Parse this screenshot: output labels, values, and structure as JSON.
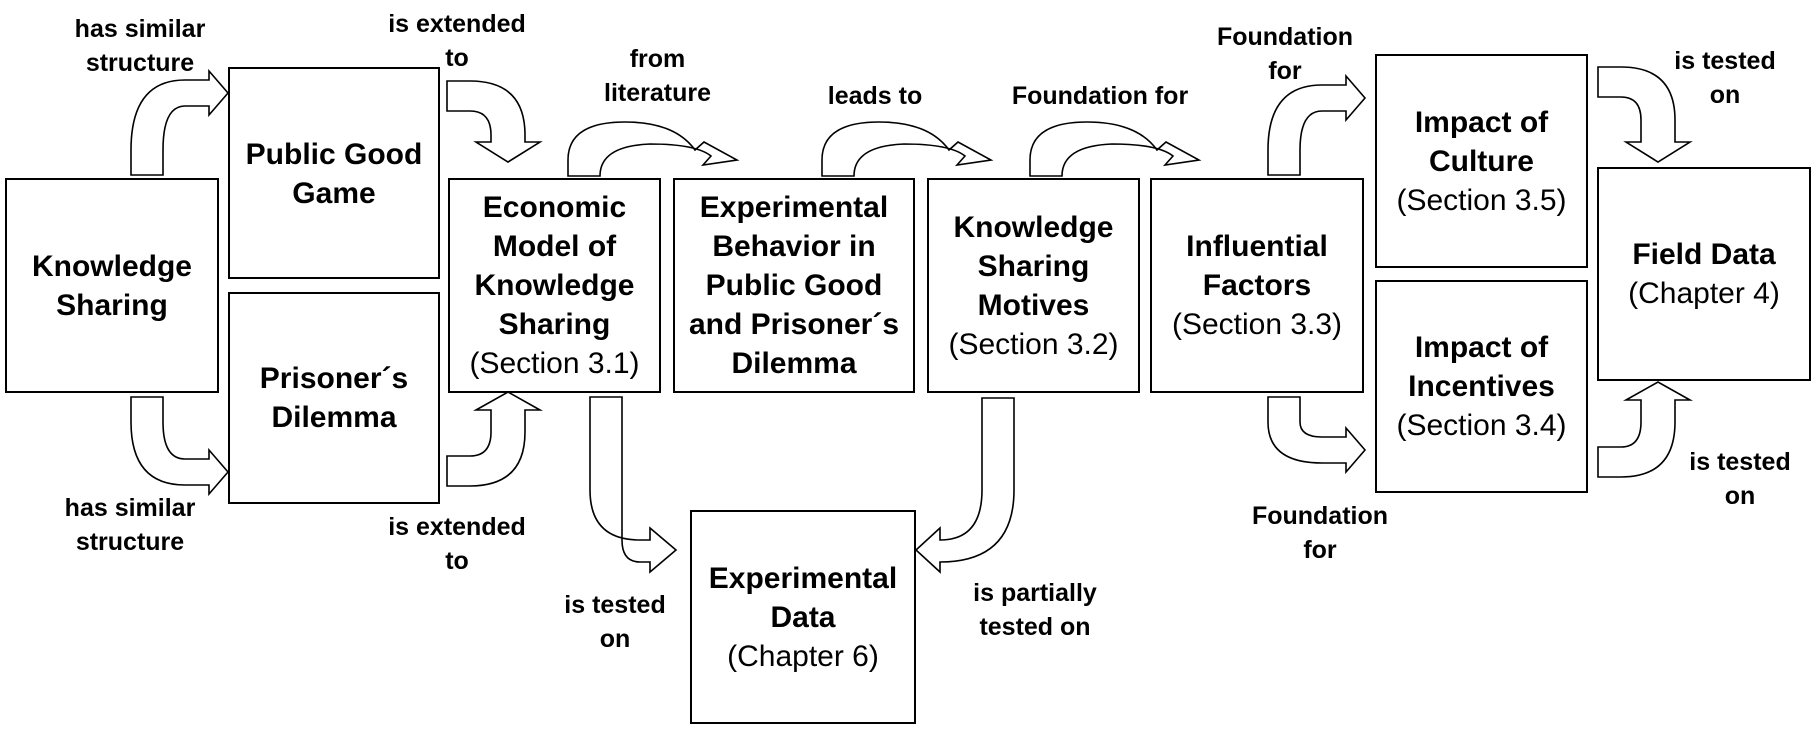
{
  "boxes": {
    "knowledge_sharing": {
      "title": "Knowledge\nSharing",
      "sub": ""
    },
    "public_good_game": {
      "title": "Public Good\nGame",
      "sub": ""
    },
    "prisoners_dilemma": {
      "title": "Prisoner´s\nDilemma",
      "sub": ""
    },
    "economic_model": {
      "title": "Economic\nModel of\nKnowledge\nSharing",
      "sub": "(Section 3.1)"
    },
    "experimental_behavior": {
      "title": "Experimental\nBehavior in\nPublic Good\nand Prisoner´s\nDilemma",
      "sub": ""
    },
    "knowledge_sharing_motives": {
      "title": "Knowledge\nSharing\nMotives",
      "sub": "(Section 3.2)"
    },
    "influential_factors": {
      "title": "Influential\nFactors",
      "sub": "(Section 3.3)"
    },
    "impact_of_culture": {
      "title": "Impact of\nCulture",
      "sub": "(Section 3.5)"
    },
    "impact_of_incentives": {
      "title": "Impact of\nIncentives",
      "sub": "(Section 3.4)"
    },
    "field_data": {
      "title": "Field Data",
      "sub": "(Chapter 4)"
    },
    "experimental_data": {
      "title": "Experimental\nData",
      "sub": "(Chapter 6)"
    }
  },
  "labels": {
    "ks_to_pgg": "has similar\nstructure",
    "ks_to_pd": "has similar\nstructure",
    "pgg_to_em": "is extended\nto",
    "pd_to_em": "is extended\nto",
    "em_to_eb": "from\nliterature",
    "eb_to_ksm": "leads to",
    "ksm_to_if": "Foundation for",
    "if_to_culture": "Foundation\nfor",
    "if_to_incentives": "Foundation\nfor",
    "culture_to_fd": "is tested\non",
    "incentives_to_fd": "is tested\non",
    "em_to_ed": "is tested\non",
    "ksm_to_ed": "is partially\ntested on"
  }
}
